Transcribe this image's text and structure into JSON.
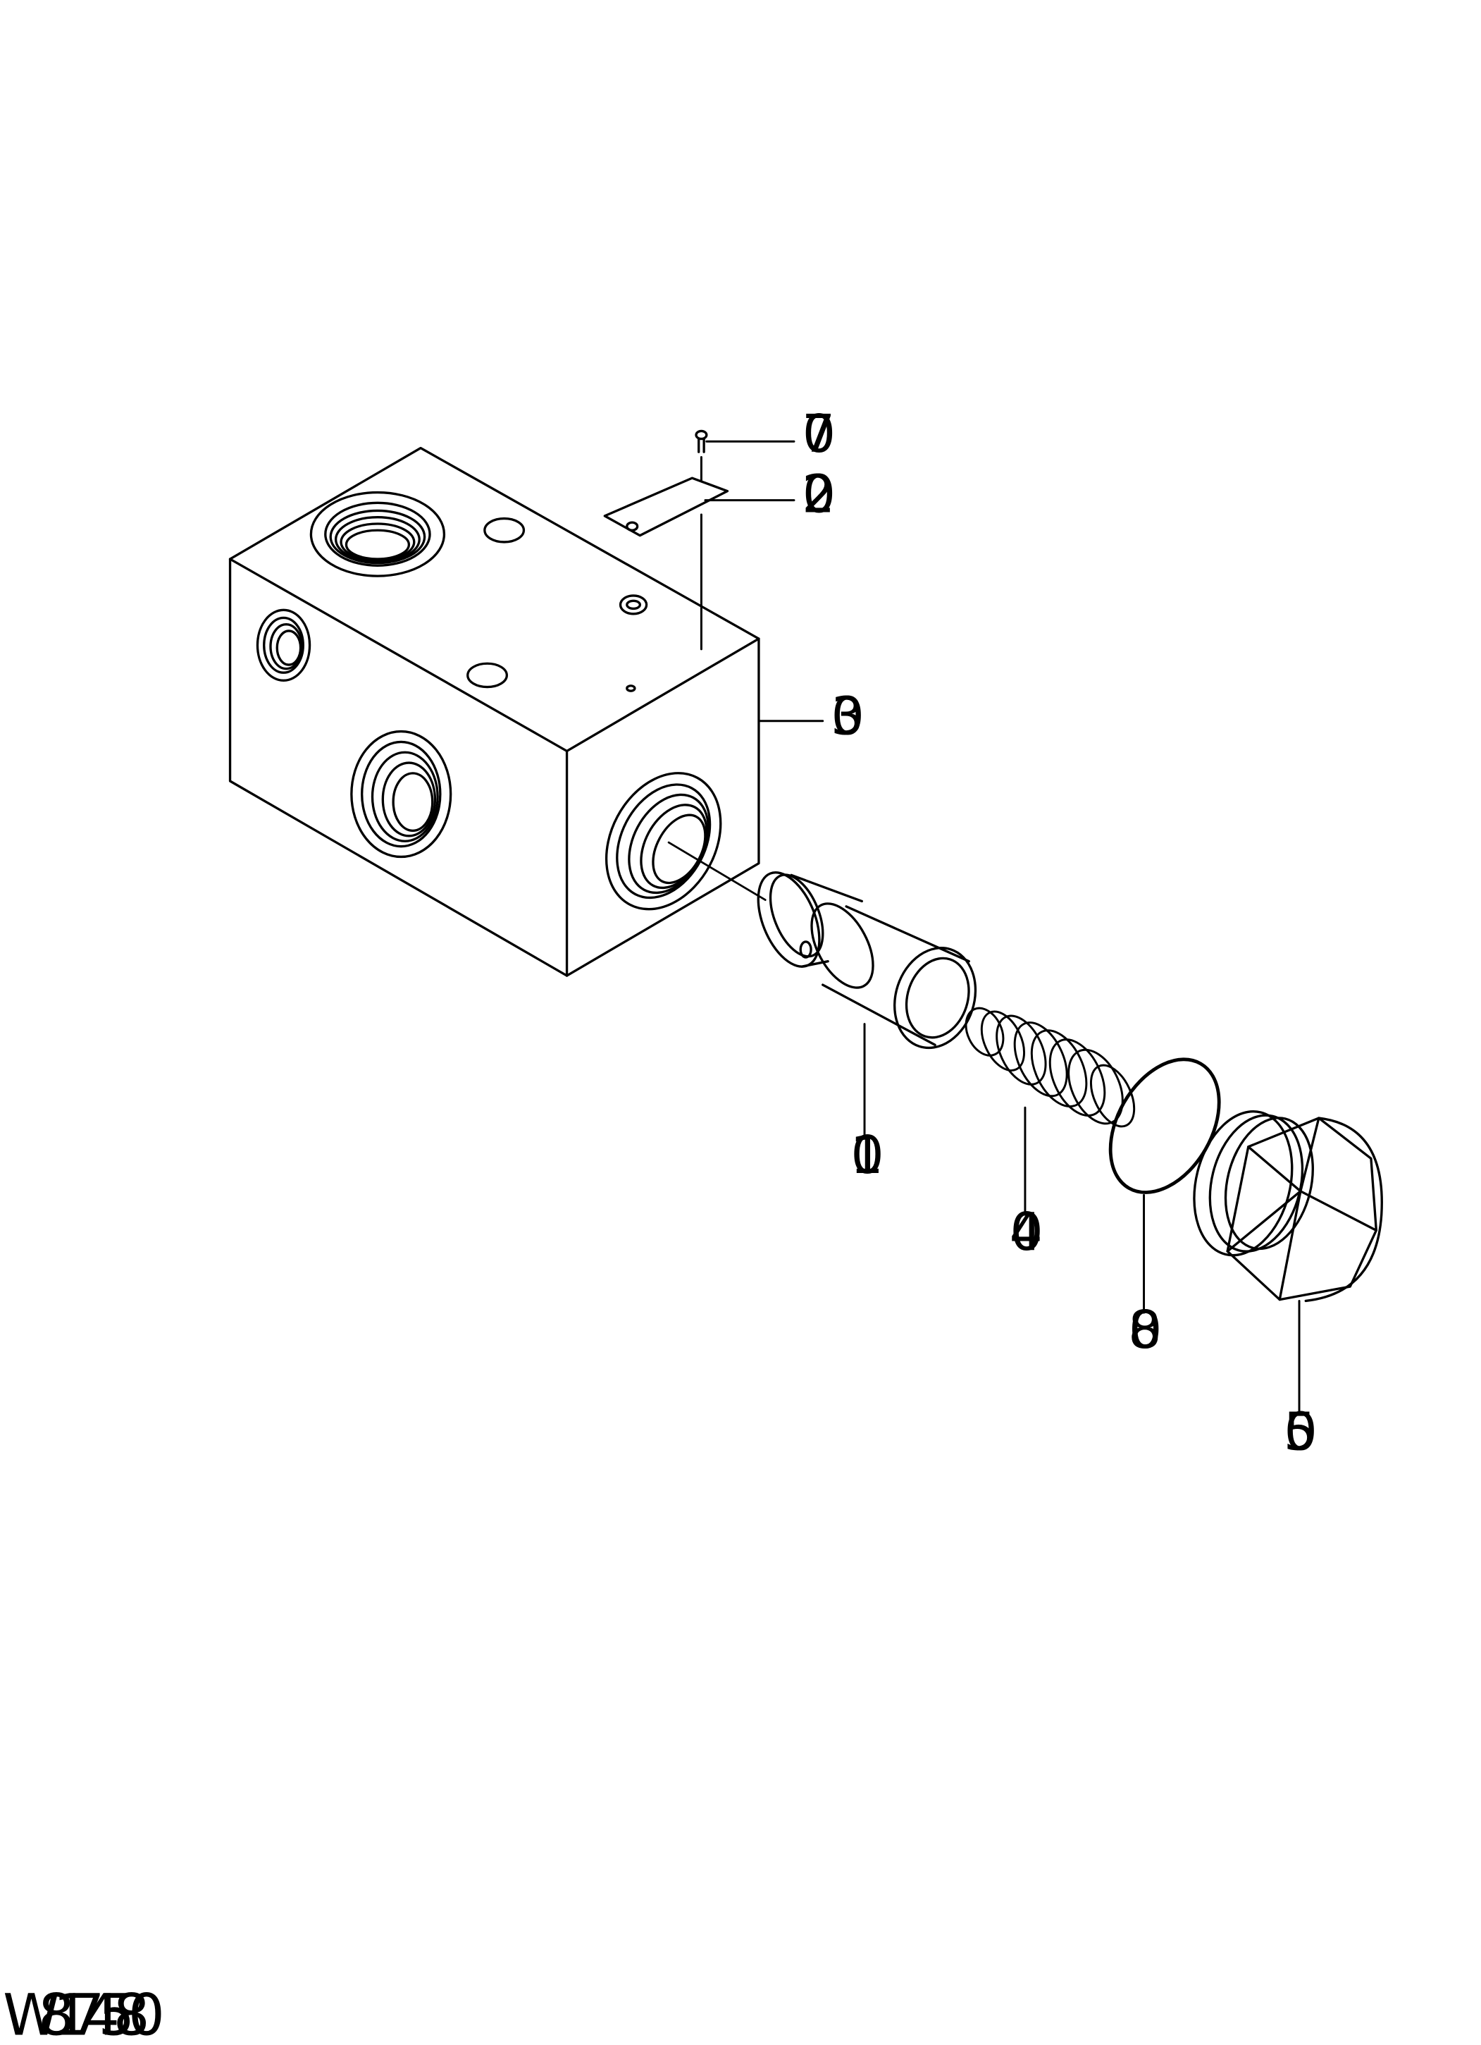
{
  "diagram": {
    "type": "exploded-parts-diagram",
    "callouts": {
      "p01": "01",
      "p02": "02",
      "p03": "03",
      "p04": "04",
      "p05": "05",
      "p07": "07",
      "p08": "08"
    },
    "drawing_number": "W8174580"
  }
}
